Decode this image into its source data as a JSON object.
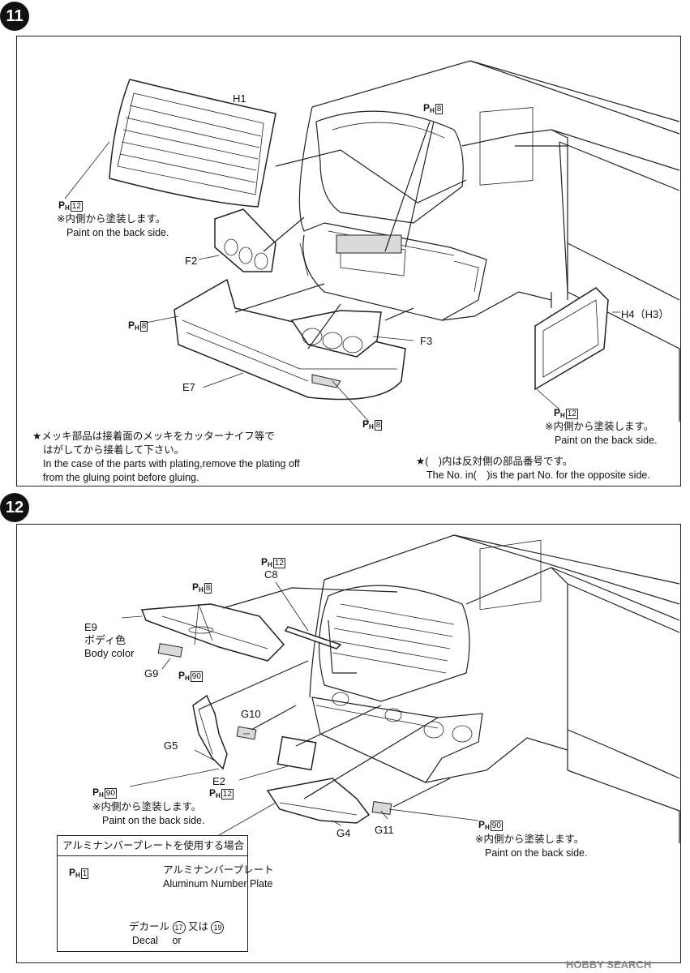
{
  "step11": {
    "number": "11",
    "parts": {
      "h1": "H1",
      "f2": "F2",
      "f3": "F3",
      "e7": "E7",
      "h4": "H4（H3）"
    },
    "paint": {
      "ph": "P",
      "sub": "H",
      "c12": "12",
      "c8": "8"
    },
    "note_back_jp": "※内側から塗装します。",
    "note_back_en": "Paint on the back side.",
    "plating_jp_1": "★メッキ部品は接着面のメッキをカッターナイフ等で",
    "plating_jp_2": "はがしてから接着して下さい。",
    "plating_en_1": "In the case of the parts with plating,remove the plating off",
    "plating_en_2": "from the gluing point before gluing.",
    "opposite_jp": "★(　)内は反対側の部品番号です。",
    "opposite_en": "The No. in(　)is the part No. for the opposite side."
  },
  "step12": {
    "number": "12",
    "parts": {
      "c8": "C8",
      "e9": "E9",
      "g9": "G9",
      "g10": "G10",
      "g5": "G5",
      "e2": "E2",
      "g4": "G4",
      "g11": "G11"
    },
    "body_color_jp": "ボディ色",
    "body_color_en": "Body color",
    "paint": {
      "c12": "12",
      "c8": "8",
      "c90": "90",
      "c1": "1"
    },
    "note_back_jp": "※内側から塗装します。",
    "note_back_en": "Paint on the back side.",
    "inset_title": "アルミナンバープレートを使用する場合",
    "plate_jp": "アルミナンバープレート",
    "plate_en": "Aluminum Number Plate",
    "decal_jp": "デカール",
    "decal_en": "Decal",
    "decal_no1": "17",
    "or_jp": "又は",
    "or_en": "or",
    "decal_no2": "19"
  },
  "watermark": "HOBBY SEARCH"
}
